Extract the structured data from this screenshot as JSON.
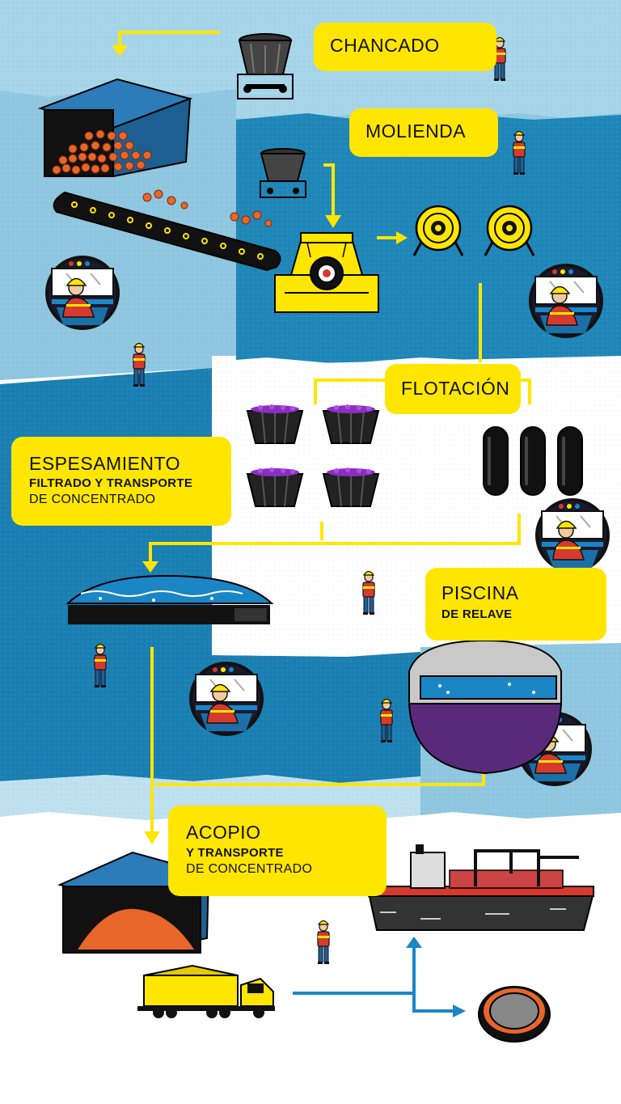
{
  "labels": {
    "chancado": "CHANCADO",
    "molienda": "MOLIENDA",
    "flotacion": "FLOTACIÓN",
    "espesamiento": {
      "title": "ESPESAMIENTO",
      "line2": "FILTRADO Y TRANSPORTE",
      "line3": "DE CONCENTRADO"
    },
    "piscina": {
      "title": "PISCINA",
      "line2": "DE RELAVE"
    },
    "acopio": {
      "title": "ACOPIO",
      "line2": "Y TRANSPORTE",
      "line3": "DE CONCENTRADO"
    }
  },
  "colors": {
    "label_yellow": "#ffe600",
    "light_blue": "#a7d3e8",
    "mid_blue": "#1f86b8",
    "arrow_yellow": "#ffe600",
    "arrow_blue": "#1b86c6",
    "ore_orange": "#e8662a",
    "tailing_purple": "#5a2a7a",
    "worker_red": "#d63a2f"
  },
  "icons": [
    "crusher-hopper-icon",
    "warehouse-icon",
    "conveyor-belt-icon",
    "mill-icon",
    "cyclone-icon",
    "operator-monitor-icon",
    "flotation-cell-icon",
    "column-cell-icon",
    "thickener-tank-icon",
    "tailings-pool-icon",
    "ship-icon",
    "truck-icon",
    "port-ring-icon",
    "worker-icon"
  ]
}
